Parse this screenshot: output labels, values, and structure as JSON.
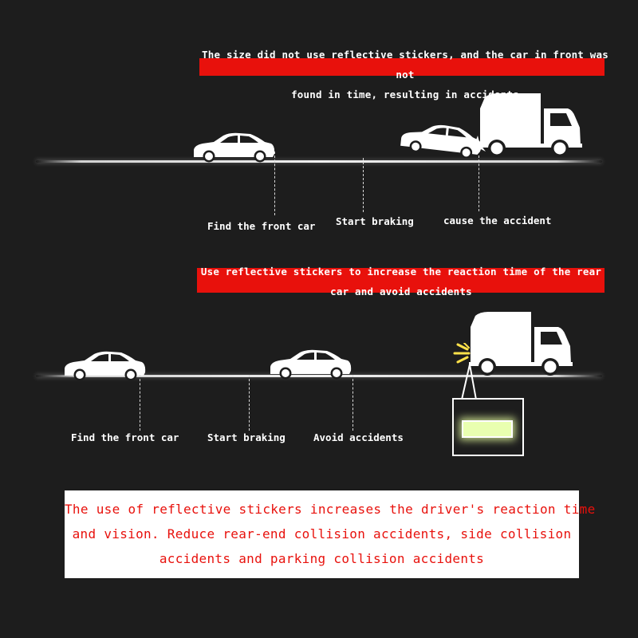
{
  "section1": {
    "banner": {
      "line1": "The size did not use reflective stickers, and the car in front was not",
      "line2": "found in time, resulting in accidents"
    },
    "labels": [
      "Find the front car",
      "Start braking",
      "cause the accident"
    ]
  },
  "section2": {
    "banner": {
      "line1": "Use reflective stickers to increase the reaction time of the rear",
      "line2": "car and avoid accidents"
    },
    "labels": [
      "Find the front car",
      "Start braking",
      "Avoid accidents"
    ]
  },
  "summary": {
    "line1": "The use of reflective stickers increases the driver's reaction time",
    "line2": "and vision. Reduce rear-end collision accidents, side collision",
    "line3": "accidents and parking collision accidents"
  },
  "colors": {
    "background": "#1d1d1d",
    "banner": "#e8110c",
    "summary_text": "#e8110c",
    "reflector": "#e9ffb0",
    "light": "#ffe24a"
  }
}
